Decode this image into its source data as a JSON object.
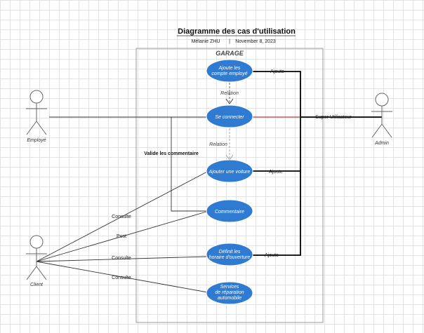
{
  "header": {
    "title": "Diagramme des cas d'utilisation",
    "author": "Mélanie ZHU",
    "separator": "|",
    "date": "November 8, 2023"
  },
  "system": {
    "name": "GARAGE"
  },
  "actors": {
    "employe": "Employé",
    "client": "Client",
    "admin": "Admin"
  },
  "use_cases": {
    "ajoute_compte": [
      "Ajoute les",
      "compte employé"
    ],
    "se_connecter": [
      "Se connecter"
    ],
    "ajouter_voiture": [
      "Ajouter une voiture"
    ],
    "commentaire": [
      "Commentaire"
    ],
    "horaire": [
      "Définit les",
      "horaire d'ouverture"
    ],
    "services": [
      "Services",
      "de réparation",
      "automobile"
    ]
  },
  "edge_labels": {
    "relation_1": "Relation",
    "relation_2": "Relation",
    "valide": "Valide les commentaire",
    "ajoute_1": "Ajoute",
    "ajoute_2": "Ajoute",
    "ajoute_3": "Ajoute",
    "super_user": "Super Utilisateur",
    "consulte_1": "Consulte",
    "post": "Post",
    "consulte_2": "Consulte",
    "consulte_3": "Consulte"
  },
  "colors": {
    "usecase_fill": "#2f7bd1",
    "usecase_stroke": "#ffffff",
    "line": "#333333",
    "admin_line": "#000000",
    "relation_dashed": "#555555",
    "connect_line": "#8b1a1a"
  }
}
